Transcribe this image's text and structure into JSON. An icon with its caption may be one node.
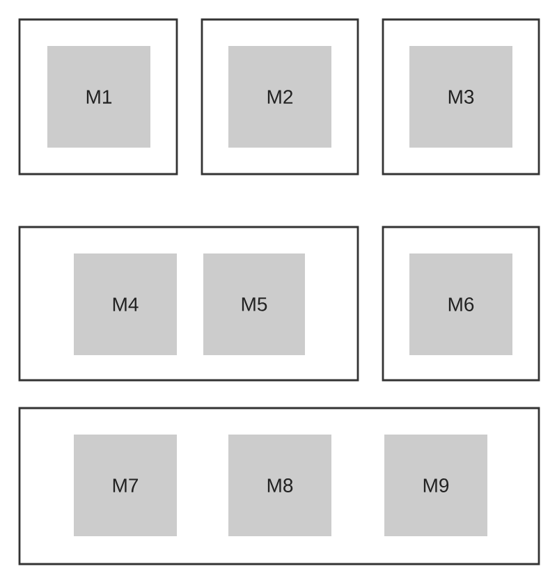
{
  "diagram": {
    "nodes": [
      {
        "text": [],
        "shape": "box"
      },
      {
        "text": [
          "M1"
        ],
        "in": 0
      },
      {
        "text": [],
        "shape": "box"
      },
      {
        "text": [
          "M2"
        ],
        "in": 2
      },
      {
        "text": [],
        "shape": "box"
      },
      {
        "text": [
          "M3"
        ],
        "in": 4
      },
      {
        "text": [],
        "shape": "box"
      },
      {
        "text": [
          "M4"
        ],
        "in": 6
      },
      {
        "text": [
          "M5"
        ],
        "in": 6
      },
      {
        "text": [],
        "shape": "box"
      },
      {
        "text": [
          "M6"
        ],
        "in": 9
      },
      {
        "text": [],
        "shape": "box"
      },
      {
        "text": [
          "M7"
        ],
        "in": 11
      },
      {
        "text": [
          "M8"
        ],
        "in": 11
      },
      {
        "text": [
          "M9"
        ],
        "in": 11
      }
    ]
  }
}
